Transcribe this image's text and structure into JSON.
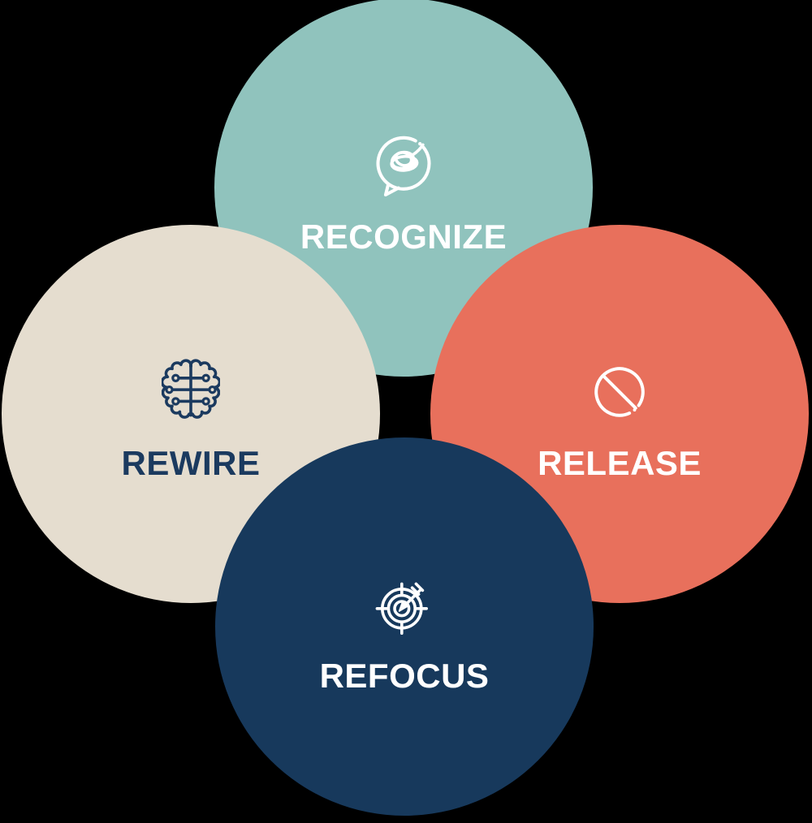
{
  "diagram": {
    "title": "Four R process diagram",
    "background_color": "#000000",
    "circles": [
      {
        "id": "recognize",
        "label": "RECOGNIZE",
        "icon": "tangled-thoughts-speech-bubble-icon",
        "color": "#90C3BD",
        "text_color": "#FFFFFF"
      },
      {
        "id": "rewire",
        "label": "REWIRE",
        "icon": "brain-circuit-icon",
        "color": "#E5DDCF",
        "text_color": "#1B3A5F"
      },
      {
        "id": "release",
        "label": "RELEASE",
        "icon": "prohibition-sign-icon",
        "color": "#E8705C",
        "text_color": "#FFFFFF"
      },
      {
        "id": "refocus",
        "label": "REFOCUS",
        "icon": "target-with-dart-icon",
        "color": "#17395C",
        "text_color": "#FFFFFF"
      }
    ]
  }
}
